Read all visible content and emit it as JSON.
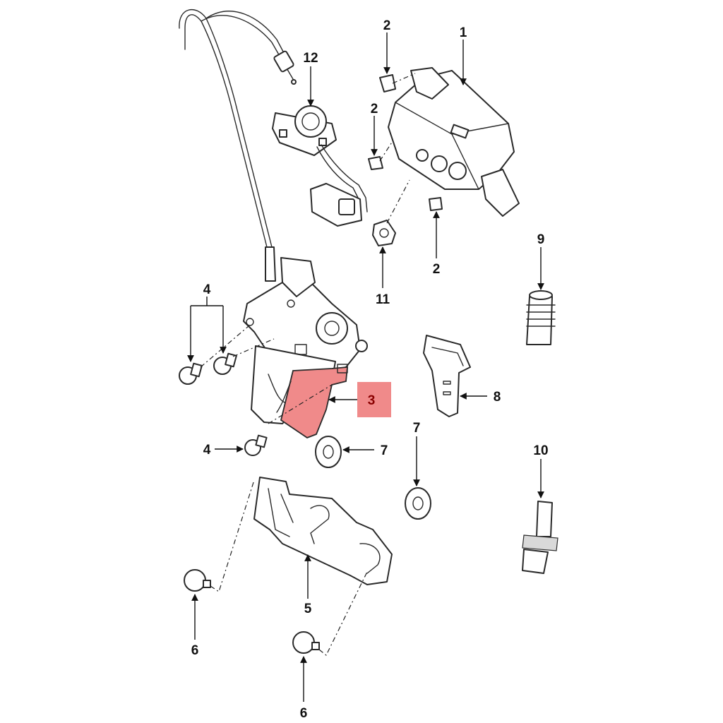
{
  "diagram": {
    "callouts": {
      "c1": "1",
      "c2a": "2",
      "c2b": "2",
      "c2c": "2",
      "c3": "3",
      "c4a": "4",
      "c4b": "4",
      "c5": "5",
      "c6a": "6",
      "c6b": "6",
      "c7a": "7",
      "c7b": "7",
      "c8": "8",
      "c9": "9",
      "c10": "10",
      "c11": "11",
      "c12": "12"
    },
    "highlighted_part": "3",
    "highlight_color": "#f08a8a"
  }
}
